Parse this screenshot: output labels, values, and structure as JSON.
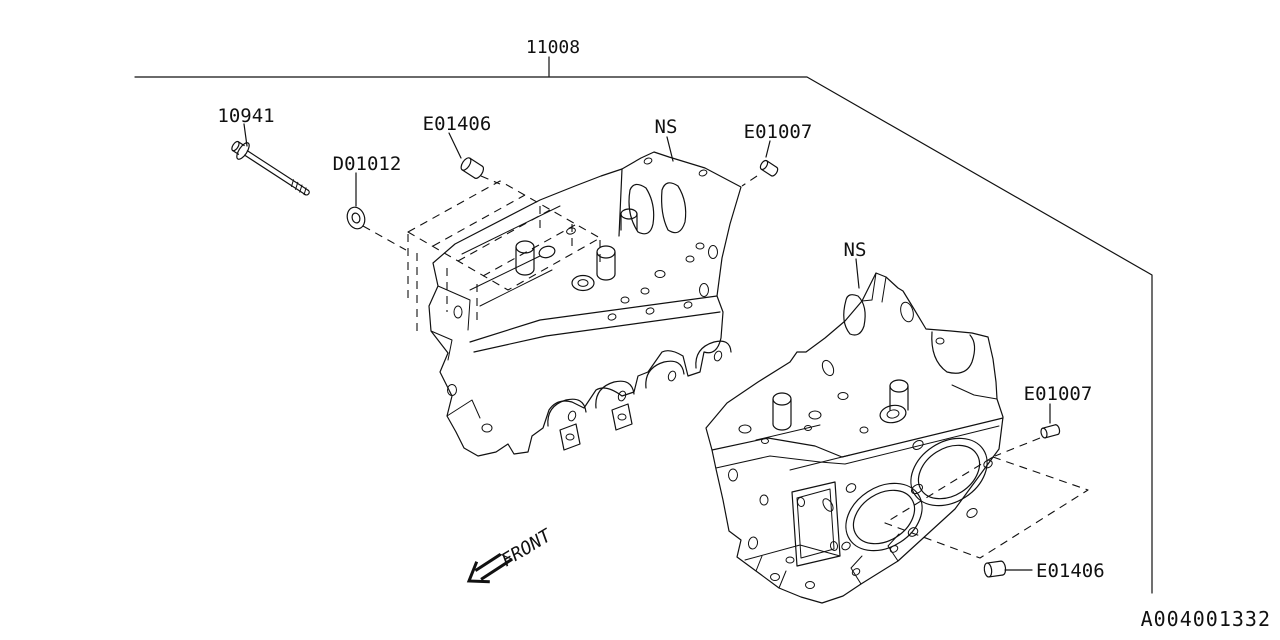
{
  "diagram": {
    "assembly_label": "11008",
    "code": "A004001332",
    "front_label": "FRONT",
    "callouts": {
      "bolt": "10941",
      "sealing_washer": "D01012",
      "dowel_left": "E01406",
      "ns_left": "NS",
      "pin_left": "E01007",
      "ns_right": "NS",
      "pin_right": "E01007",
      "dowel_right": "E01406"
    },
    "colors": {
      "line": "#111111",
      "background": "#ffffff"
    }
  }
}
